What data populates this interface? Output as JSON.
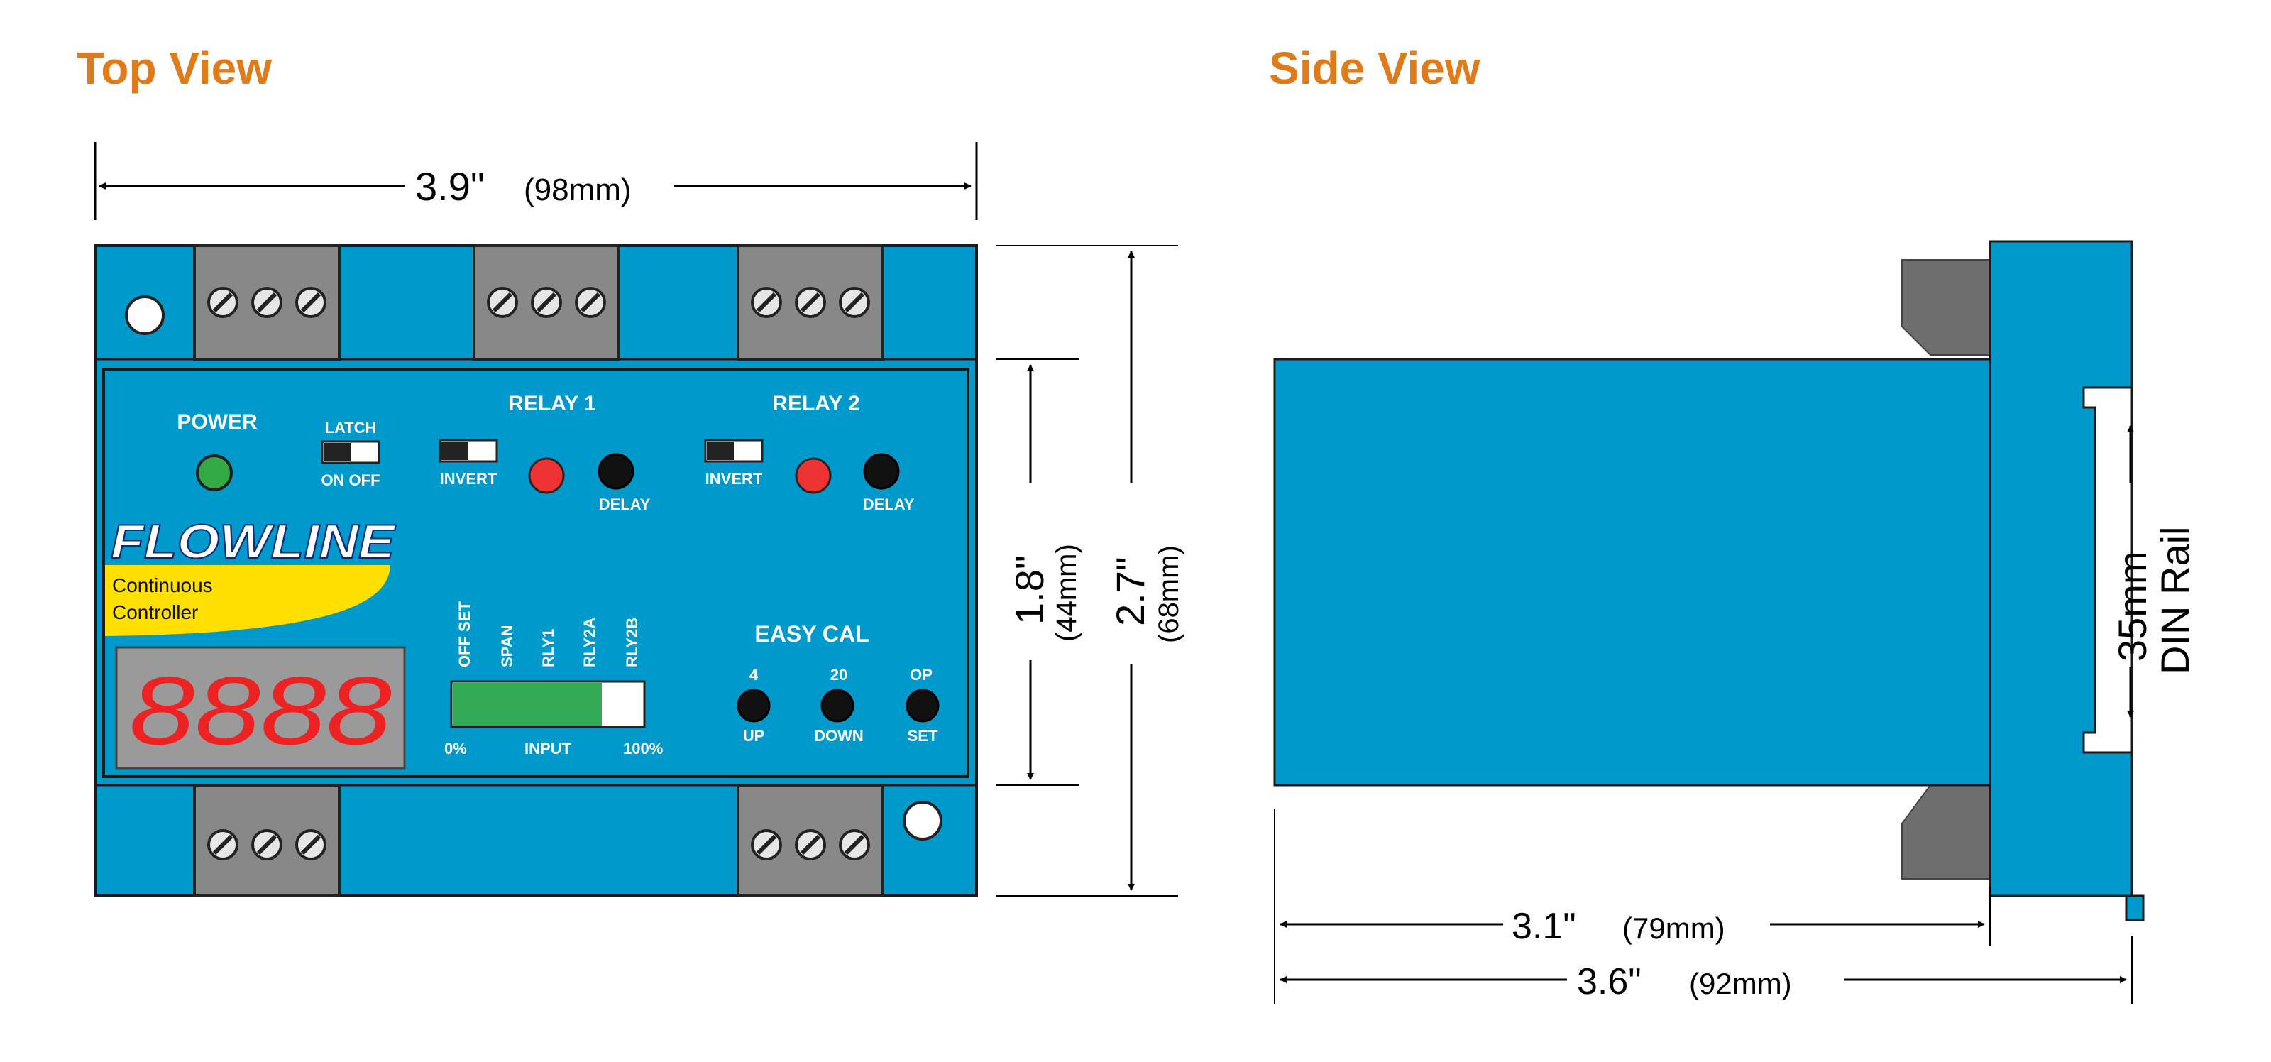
{
  "titles": {
    "top_view": "Top View",
    "side_view": "Side View"
  },
  "dimensions": {
    "top_width": {
      "inch": "3.9\"",
      "mm": "(98mm)"
    },
    "front_height": {
      "inch": "1.8\"",
      "mm": "(44mm)"
    },
    "total_height": {
      "inch": "2.7\"",
      "mm": "(68mm)"
    },
    "body_depth": {
      "inch": "3.1\"",
      "mm": "(79mm)"
    },
    "total_depth": {
      "inch": "3.6\"",
      "mm": "(92mm)"
    },
    "din_rail": {
      "size": "35mm",
      "name": "DIN Rail"
    }
  },
  "panel": {
    "power": "POWER",
    "latch": "LATCH",
    "on_off": "ON OFF",
    "relay1": "RELAY 1",
    "relay2": "RELAY 2",
    "invert": "INVERT",
    "delay": "DELAY",
    "brand": "FLOWLINE",
    "product_line1": "Continuous",
    "product_line2": "Controller",
    "display": "8888",
    "cal_labels": [
      "OFF SET",
      "SPAN",
      "RLY1",
      "RLY2A",
      "RLY2B"
    ],
    "input_min": "0%",
    "input_label": "INPUT",
    "input_max": "100%",
    "easy_cal": "EASY CAL",
    "btn_top": [
      "4",
      "20",
      "OP"
    ],
    "btn_bottom": [
      "UP",
      "DOWN",
      "SET"
    ]
  },
  "colors": {
    "housing": "#0099cc",
    "housing_edge": "#1a1a1a",
    "terminal": "#888888",
    "power_led": "#33aa44",
    "relay_led": "#ee3333",
    "display_bg": "#9a9a9a",
    "display_digits": "#ee2222",
    "brand_stripe": "#ffe000",
    "input_bar": "#33aa55",
    "title": "#e07b1a"
  }
}
